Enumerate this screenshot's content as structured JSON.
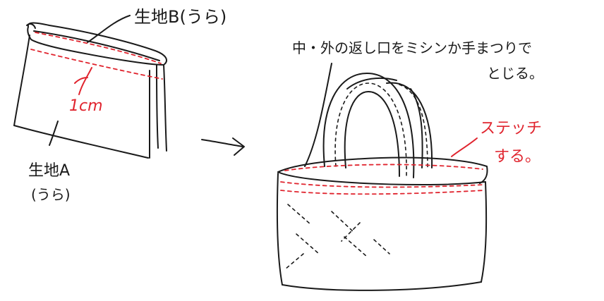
{
  "labels": {
    "fabric_b_inside": "生地B(うら)",
    "seam_allowance": "1cm",
    "fabric_a": "生地A",
    "fabric_a_inside": "(うら)",
    "close_opening_line1": "中・外の返し口をミシンか手まつりで",
    "close_opening_line2": "とじる。",
    "stitch_line1": "ステッチ",
    "stitch_line2": "する。"
  },
  "colors": {
    "ink": "#1a1a1a",
    "accent": "#e0242e"
  }
}
